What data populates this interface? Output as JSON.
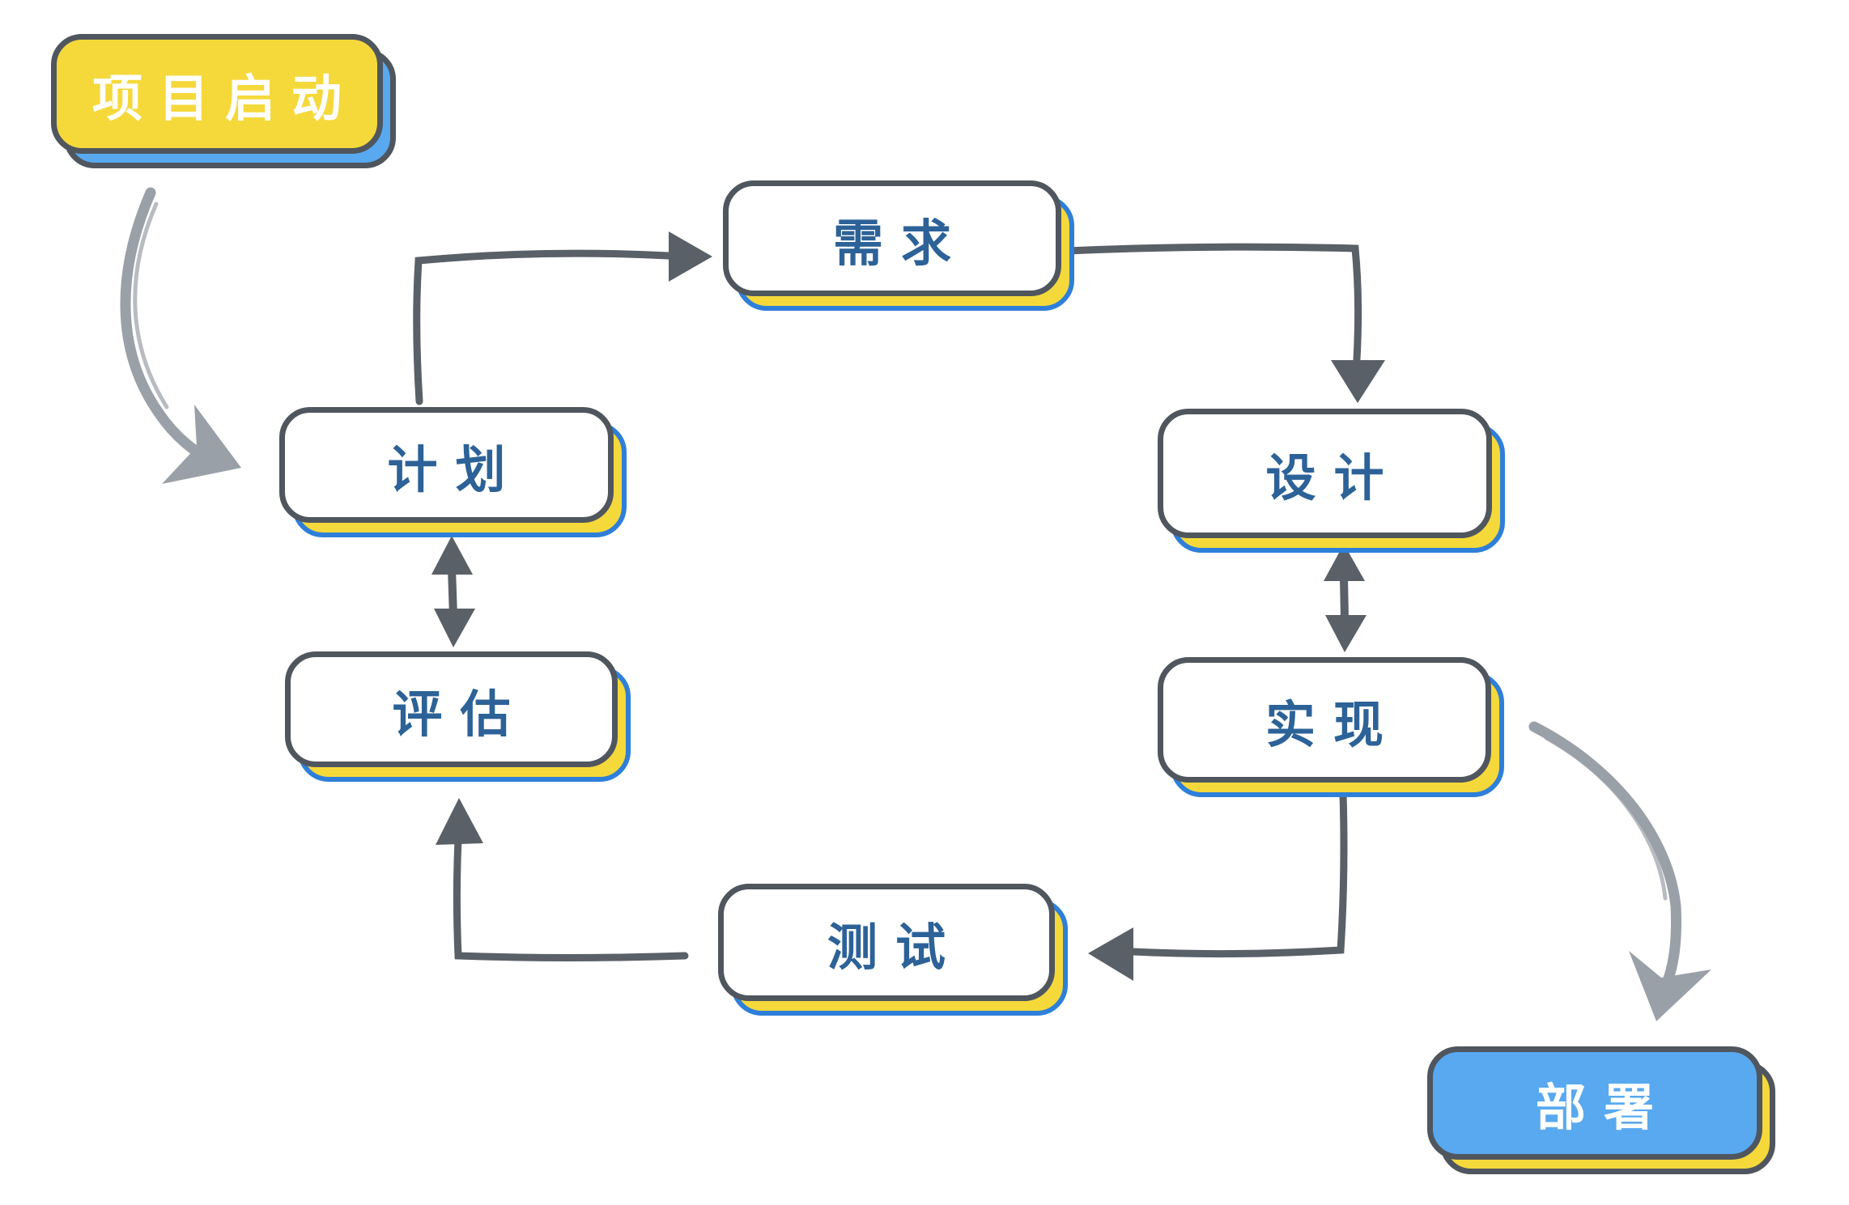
{
  "diagram": {
    "type": "flowchart",
    "style": "hand-drawn",
    "background": "#FFFFFF",
    "nodes": {
      "start": {
        "label": "项目启动",
        "fill": "#F5D93B",
        "text_color": "#FFFFFF",
        "shadow_fill": "#58A9F0"
      },
      "requirements": {
        "label": "需求",
        "fill": "#FFFFFF",
        "text_color": "#2C6297",
        "shadow_fill": "#F5D93B"
      },
      "plan": {
        "label": "计划",
        "fill": "#FFFFFF",
        "text_color": "#2C6297",
        "shadow_fill": "#F5D93B"
      },
      "design": {
        "label": "设计",
        "fill": "#FFFFFF",
        "text_color": "#2C6297",
        "shadow_fill": "#F5D93B"
      },
      "evaluate": {
        "label": "评估",
        "fill": "#FFFFFF",
        "text_color": "#2C6297",
        "shadow_fill": "#F5D93B"
      },
      "implement": {
        "label": "实现",
        "fill": "#FFFFFF",
        "text_color": "#2C6297",
        "shadow_fill": "#F5D93B"
      },
      "test": {
        "label": "测试",
        "fill": "#FFFFFF",
        "text_color": "#2C6297",
        "shadow_fill": "#F5D93B"
      },
      "deploy": {
        "label": "部署",
        "fill": "#58A9F0",
        "text_color": "#FFFFFF",
        "shadow_fill": "#F5D93B"
      }
    },
    "edges": [
      {
        "from": "项目启动",
        "to": "计划",
        "style": "curved-brush",
        "color": "#9AA0A8"
      },
      {
        "from": "计划",
        "to": "需求",
        "style": "elbow",
        "color": "#5A6067"
      },
      {
        "from": "需求",
        "to": "设计",
        "style": "elbow",
        "color": "#5A6067"
      },
      {
        "from": "计划",
        "to": "评估",
        "style": "double-headed",
        "color": "#5A6067"
      },
      {
        "from": "设计",
        "to": "实现",
        "style": "double-headed",
        "color": "#5A6067"
      },
      {
        "from": "实现",
        "to": "测试",
        "style": "elbow",
        "color": "#5A6067"
      },
      {
        "from": "测试",
        "to": "评估",
        "style": "elbow",
        "color": "#5A6067"
      },
      {
        "from": "实现",
        "to": "部署",
        "style": "curved-brush",
        "color": "#9AA0A8"
      }
    ],
    "colors": {
      "node_border": "#50565E",
      "shadow_blue_outline": "#2E7FD9",
      "yellow": "#F5D93B",
      "blue": "#58A9F0",
      "arrow_dark": "#5A6067",
      "arrow_light": "#9AA0A8"
    }
  }
}
